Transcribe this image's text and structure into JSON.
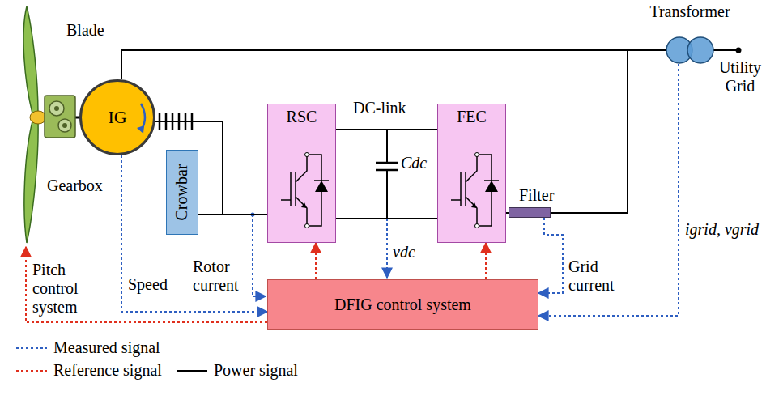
{
  "diagram": {
    "nodes": [
      {
        "text": [
          "IG"
        ]
      },
      {
        "text": [
          "Crowbar"
        ]
      },
      {
        "text": [
          "RSC"
        ]
      },
      {
        "text": [
          "FEC"
        ]
      },
      {
        "text": [
          "Filter"
        ]
      },
      {
        "text": [
          "DFIG control system"
        ]
      },
      {
        "text": [
          "Transformer"
        ]
      }
    ],
    "edges": [
      {
        "from": 0,
        "to": 6,
        "arrow": "none"
      },
      {
        "from": 0,
        "to": 2,
        "arrow": "none"
      },
      {
        "from": 1,
        "to": 2,
        "arrow": "none"
      },
      {
        "from": 2,
        "to": 3,
        "arrow": "none"
      },
      {
        "from": 3,
        "to": 4,
        "arrow": "none"
      },
      {
        "from": 4,
        "to": 6,
        "arrow": "none"
      },
      {
        "from": 0,
        "to": 5,
        "arrow": "to",
        "label": "Speed"
      },
      {
        "from": 5,
        "to": 2,
        "arrow": "to"
      },
      {
        "from": 5,
        "to": 3,
        "arrow": "to"
      },
      {
        "from": 4,
        "to": 5,
        "arrow": "to",
        "label": "Grid current"
      },
      {
        "from": 6,
        "to": 5,
        "arrow": "to",
        "label": "igrid, vgrid"
      }
    ],
    "labels": [
      "Blade",
      "Gearbox",
      "DC-link",
      "Cdc",
      "vdc",
      "Rotor current",
      "Pitch control system",
      "Utility Grid"
    ],
    "legend": [
      {
        "text": "Measured signal"
      },
      {
        "text": "Reference signal"
      },
      {
        "text": "Power signal"
      }
    ]
  }
}
